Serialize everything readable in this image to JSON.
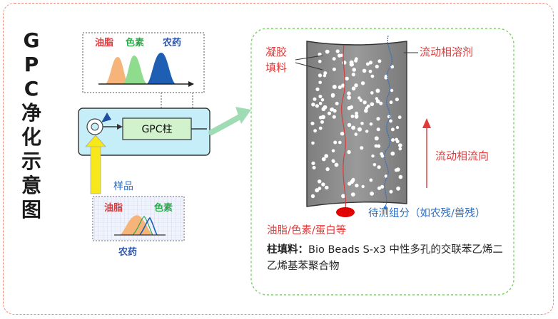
{
  "title_chars": [
    "G",
    "P",
    "C",
    "净",
    "化",
    "示",
    "意",
    "图"
  ],
  "left_panel": {
    "top_box": {
      "label_oil": "油脂",
      "label_pigment": "色素",
      "label_pesticide": "农药"
    },
    "column_label": "GPC柱",
    "sample_label": "样品",
    "bottom_box": {
      "label_oil": "油脂",
      "label_pigment": "色素",
      "label_pesticide": "农药"
    }
  },
  "right_panel": {
    "packing_label_line1": "凝胶",
    "packing_label_line2": "填料",
    "mobile_phase_label": "流动相溶剂",
    "flow_direction_label": "流动相流向",
    "analyte_label": "待测组分（如农残/兽残）",
    "matrix_label": "油脂/色素/蛋白等",
    "caption_bold": "柱填料：",
    "caption_text": "Bio Beads S-x3 中性多孔的交联苯乙烯二乙烯基苯聚合物"
  },
  "colors": {
    "frame": "#f08a7a",
    "green_dash": "#7dcf6a",
    "red": "#e03a3a",
    "blue": "#2f6fc0",
    "column_fill": "#c5eef8"
  }
}
